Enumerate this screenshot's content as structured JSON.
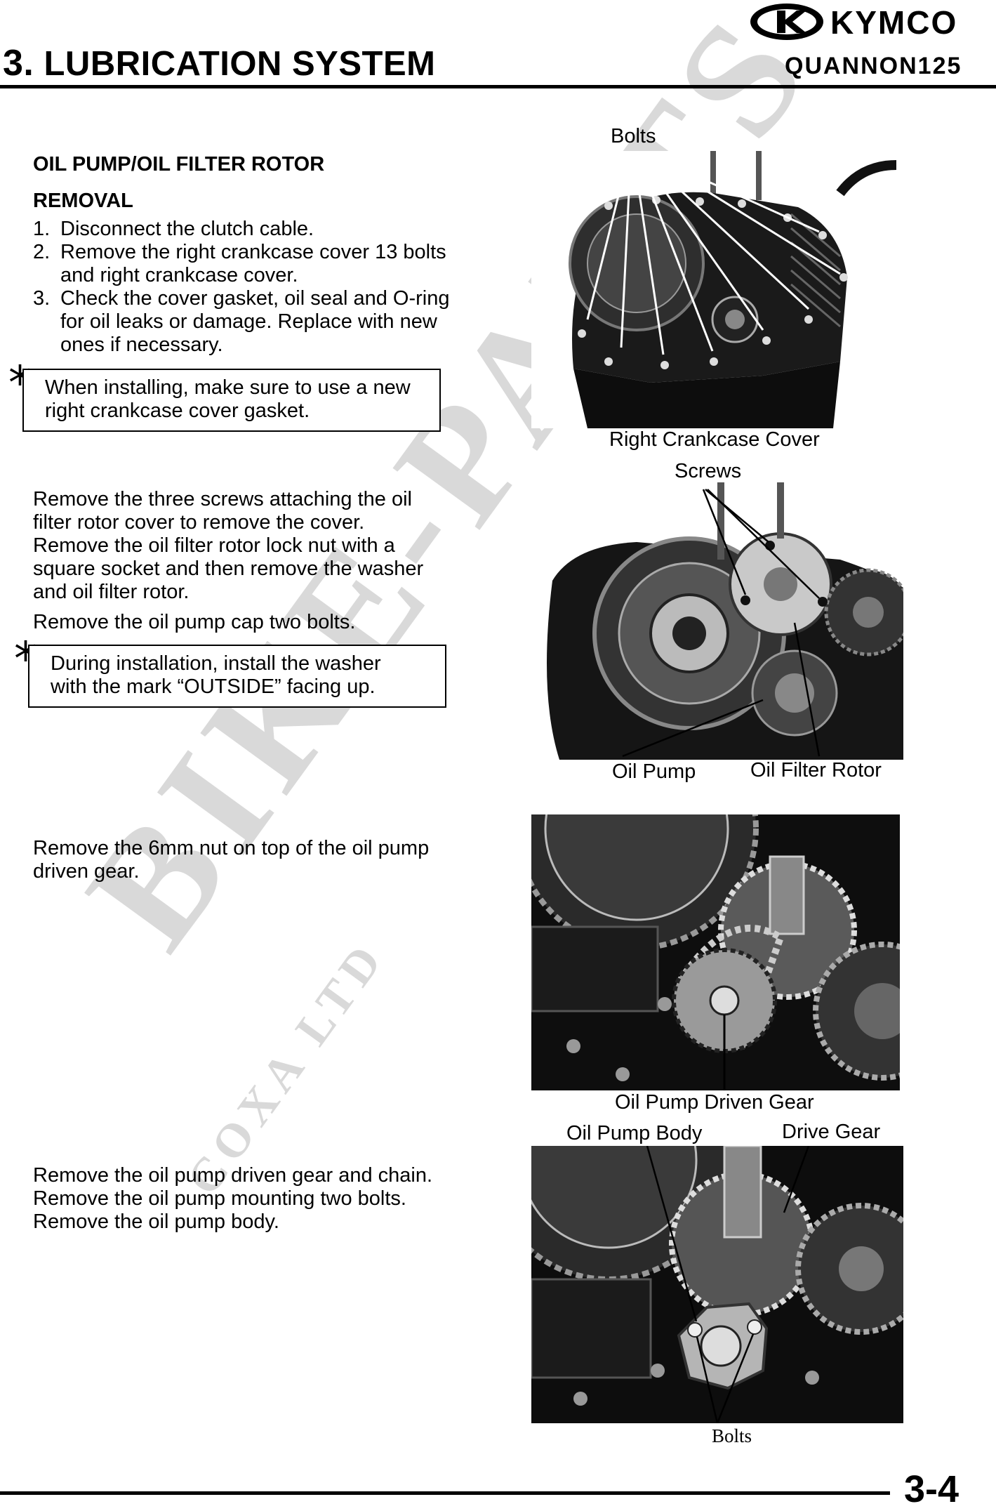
{
  "header": {
    "logo_text": "KYMCO",
    "chapter_number": "3.",
    "chapter_title": "LUBRICATION SYSTEM",
    "model": "QUANNON125"
  },
  "section": {
    "title": "OIL PUMP/OIL FILTER ROTOR",
    "subtitle": "REMOVAL",
    "steps": [
      {
        "num": "1.",
        "lines": [
          "Disconnect the clutch cable."
        ]
      },
      {
        "num": "2.",
        "lines": [
          "Remove the right crankcase cover 13 bolts",
          "and right crankcase cover."
        ]
      },
      {
        "num": "3.",
        "lines": [
          "Check the cover gasket, oil seal and O-ring",
          "for oil leaks or damage. Replace with new",
          "ones if necessary."
        ]
      }
    ],
    "note1": {
      "symbol": "*",
      "lines": [
        "When installing, make sure to use a new",
        "right crankcase cover gasket."
      ]
    },
    "para1": [
      "Remove the three screws attaching the oil",
      "filter rotor cover to remove the cover.",
      "Remove the oil filter rotor lock nut with a",
      "square socket and then remove the washer",
      "and oil filter rotor."
    ],
    "para2": "Remove the oil pump cap two bolts.",
    "note2": {
      "symbol": "*",
      "lines": [
        "During installation, install the washer",
        "with the mark “OUTSIDE” facing up."
      ]
    },
    "para3": [
      "Remove the 6mm nut on top of the oil pump",
      "driven gear."
    ],
    "para4": [
      "Remove the oil pump driven gear and chain.",
      "Remove the oil pump mounting two bolts.",
      "Remove the oil pump body."
    ]
  },
  "figures": [
    {
      "labels": {
        "top": "Bolts",
        "bottom": "Right Crankcase Cover"
      }
    },
    {
      "labels": {
        "top": "Screws",
        "bottom_left": "Oil Pump",
        "bottom_right": "Oil Filter Rotor"
      }
    },
    {
      "labels": {
        "bottom": "Oil Pump Driven Gear"
      }
    },
    {
      "labels": {
        "top_left": "Oil Pump Body",
        "top_right": "Drive Gear",
        "bottom": "Bolts"
      }
    }
  ],
  "watermark": {
    "main": "BIKE-PARTS",
    "sub": "COXA LTD"
  },
  "footer": {
    "page_number": "3-4"
  }
}
